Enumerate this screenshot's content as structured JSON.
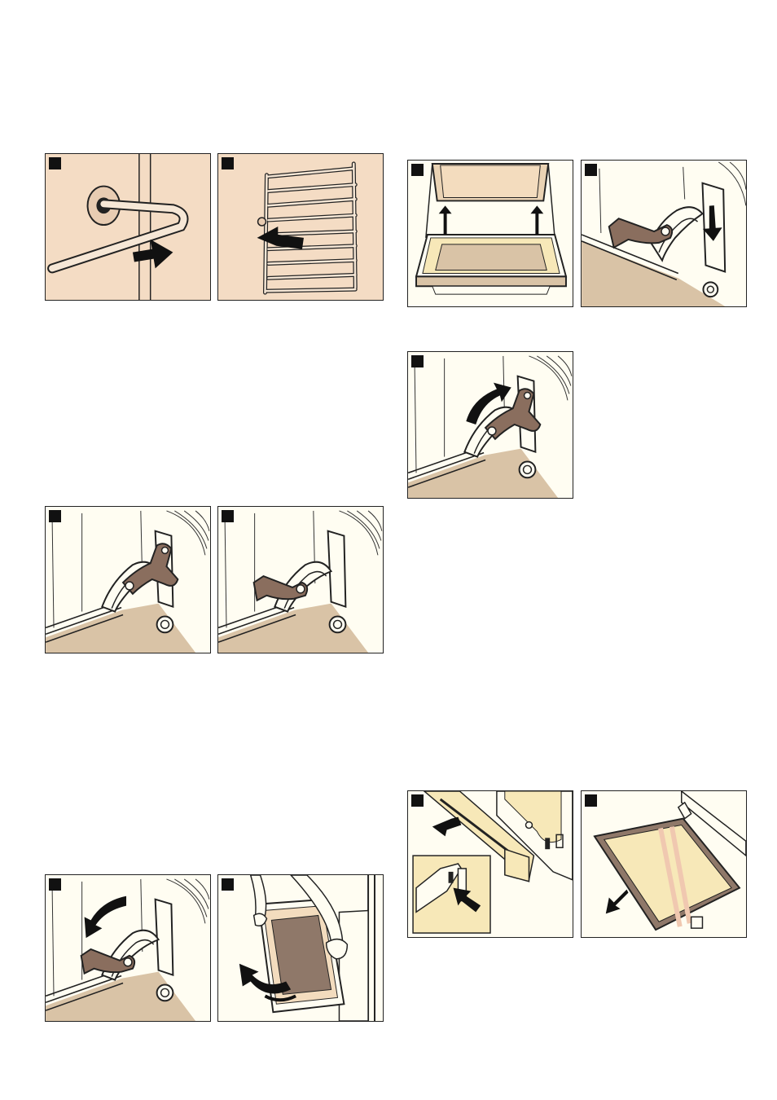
{
  "colors": {
    "peach_background": "#f4dcc4",
    "cream_background": "#fffdf2",
    "floor_tan": "#d9c3a6",
    "lever_brown": "#8a6e5e",
    "glass_pale": "#f7e8b8",
    "outline": "#222222"
  },
  "panels": [
    {
      "id": "rack-hook-slide-right",
      "icons": [
        "rack-rail-icon",
        "arrow-right-icon"
      ]
    },
    {
      "id": "rack-remove-left",
      "icons": [
        "wire-shelf-rack-icon",
        "arrow-left-icon"
      ]
    },
    {
      "id": "door-lift-glass",
      "icons": [
        "oven-door-open-icon",
        "arrow-up-icon"
      ]
    },
    {
      "id": "hinge-press-down",
      "icons": [
        "door-hinge-icon",
        "arrow-down-icon"
      ]
    },
    {
      "id": "hinge-lever-rotate-up",
      "icons": [
        "door-hinge-icon",
        "arrow-curved-up-icon"
      ]
    },
    {
      "id": "hinge-lever-up",
      "icons": [
        "door-hinge-icon"
      ]
    },
    {
      "id": "hinge-lever-down",
      "icons": [
        "door-hinge-icon"
      ]
    },
    {
      "id": "hinge-lever-rotate-down",
      "icons": [
        "door-hinge-icon",
        "arrow-curved-down-icon"
      ]
    },
    {
      "id": "door-lift-out",
      "icons": [
        "hands-holding-door-icon",
        "arrow-curved-icon"
      ]
    },
    {
      "id": "door-strip-pull-out",
      "icons": [
        "door-top-strip-icon",
        "arrow-push-icon"
      ]
    },
    {
      "id": "glass-pane-slide-out",
      "icons": [
        "glass-pane-icon",
        "arrow-down-left-icon"
      ]
    }
  ]
}
